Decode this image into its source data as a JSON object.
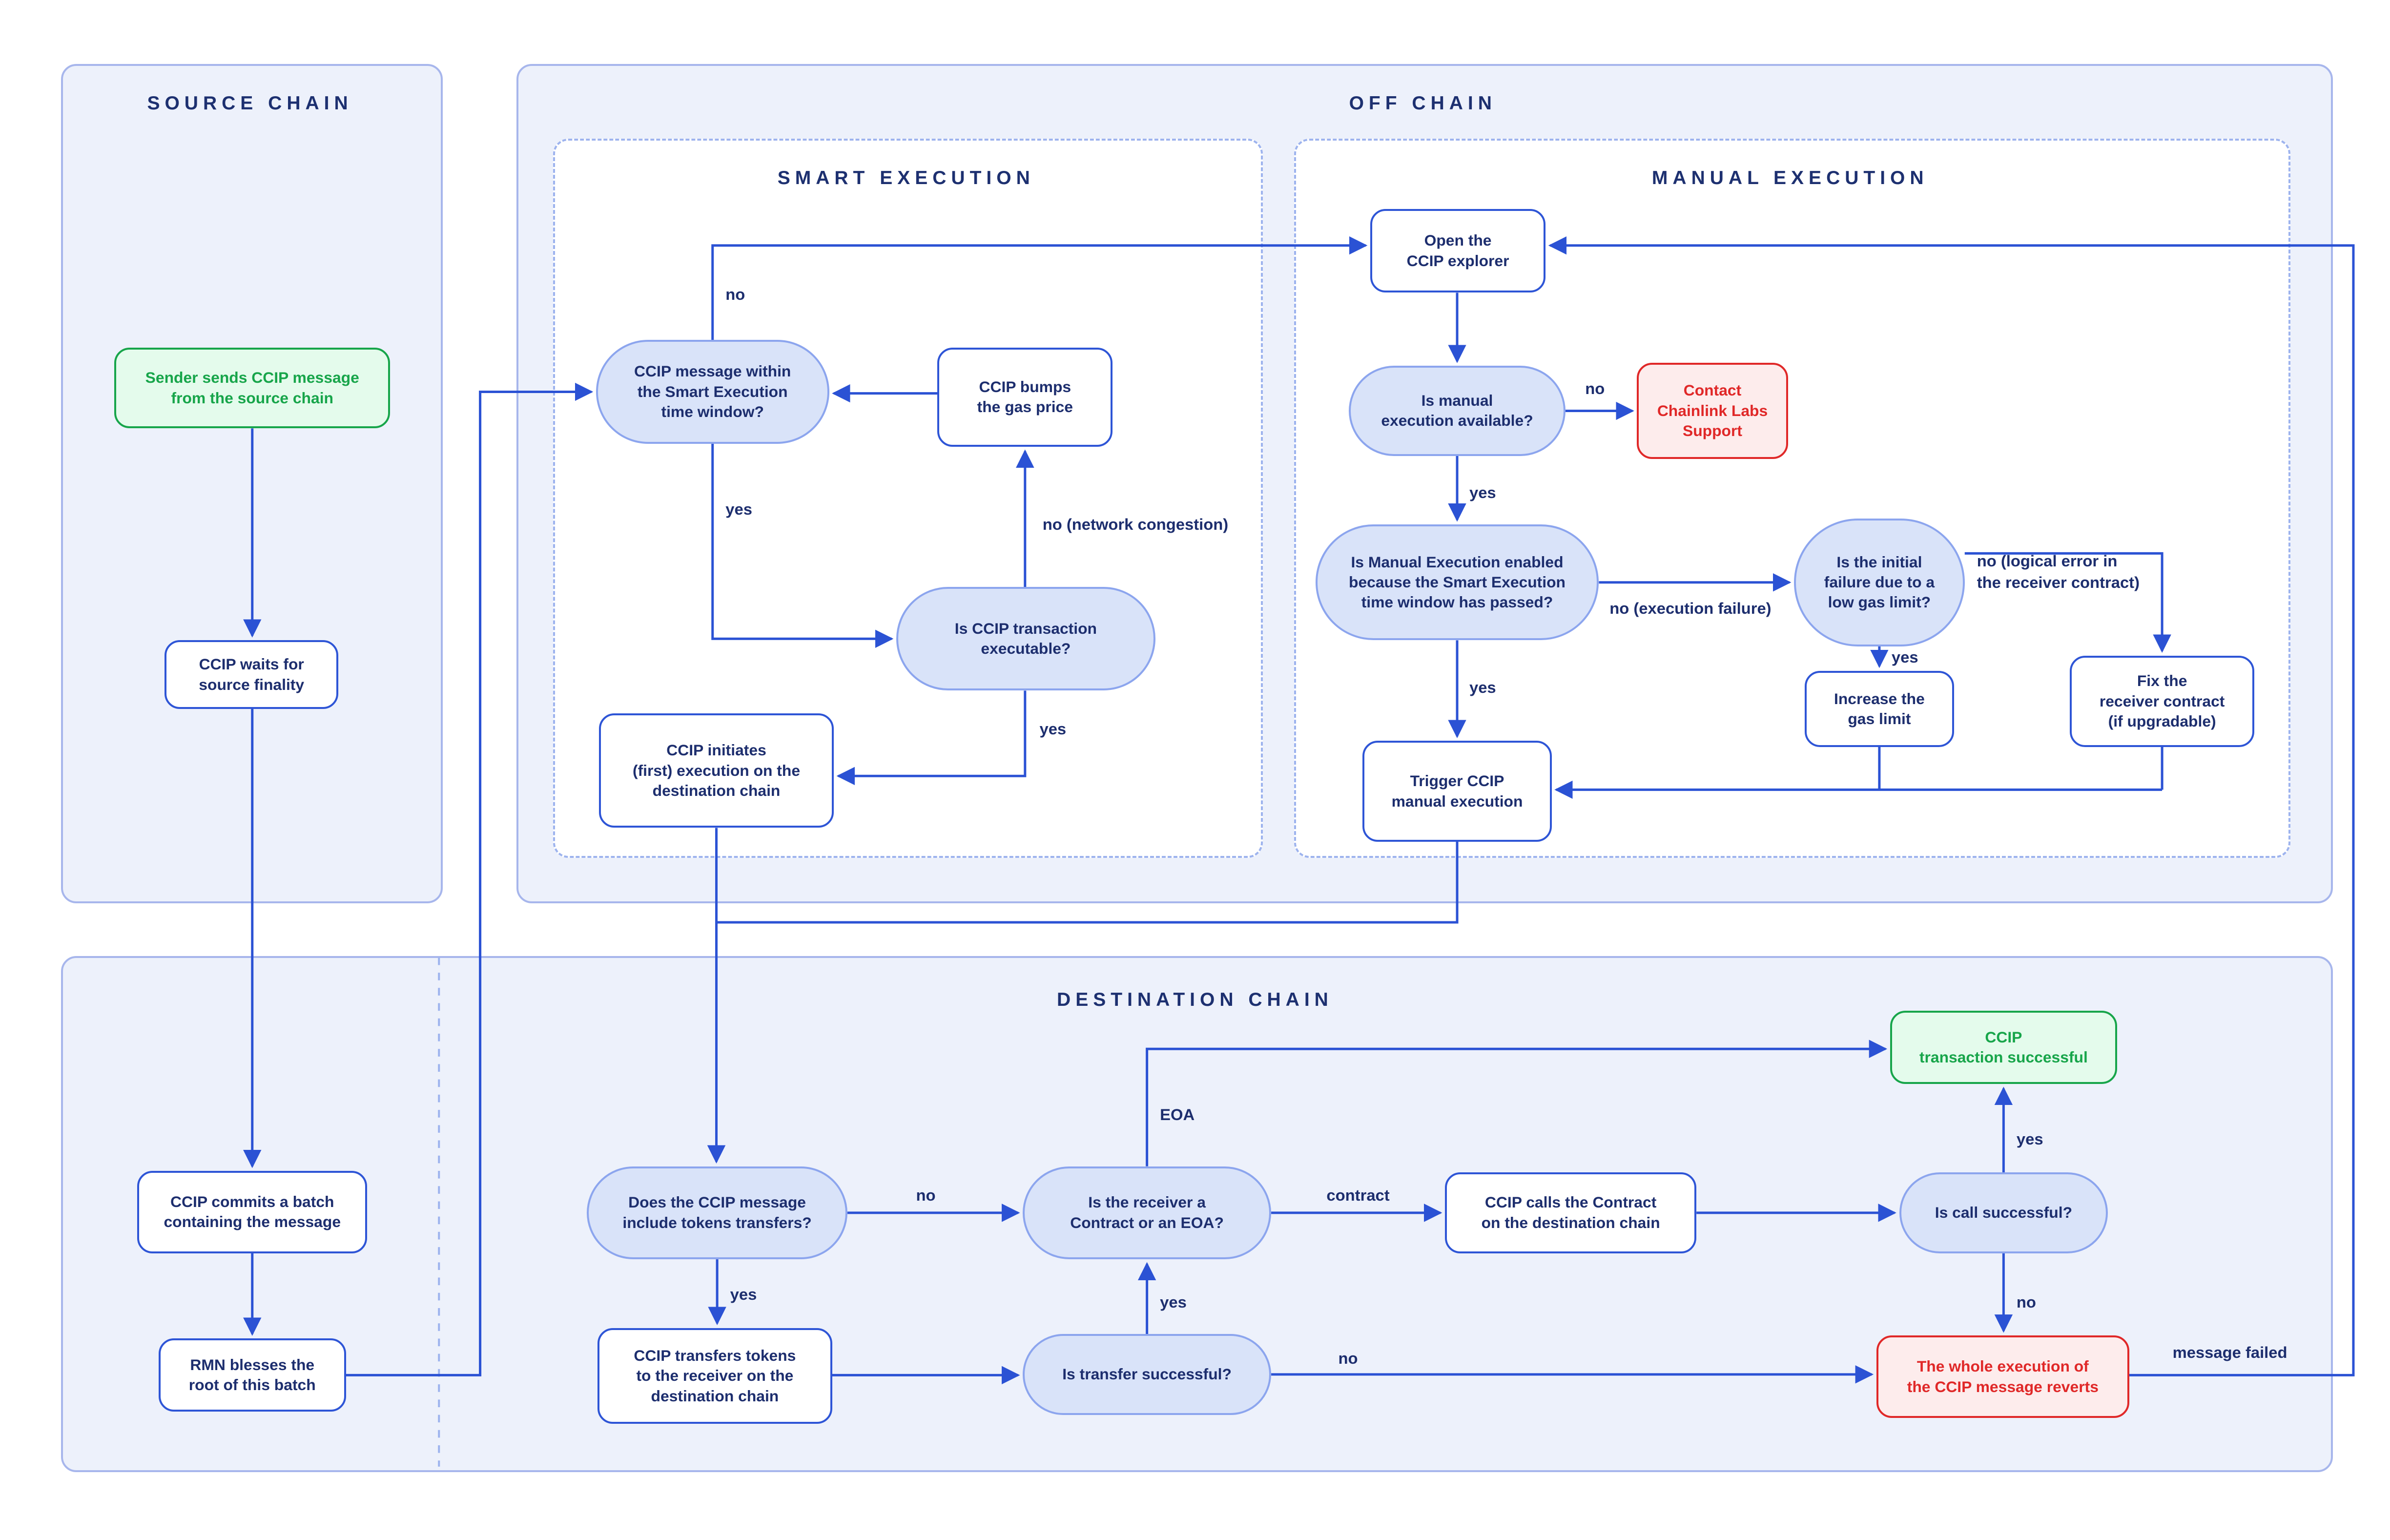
{
  "panels": {
    "source": {
      "title": "SOURCE CHAIN"
    },
    "offchain": {
      "title": "OFF CHAIN"
    },
    "smart": {
      "title": "SMART EXECUTION"
    },
    "manual": {
      "title": "MANUAL EXECUTION"
    },
    "destination": {
      "title": "DESTINATION CHAIN"
    }
  },
  "nodes": {
    "sender": {
      "type": "start",
      "label": "Sender sends CCIP message\nfrom the source chain"
    },
    "waits": {
      "type": "process",
      "label": "CCIP waits for\nsource finality"
    },
    "commits": {
      "type": "process",
      "label": "CCIP commits a batch\ncontaining the message"
    },
    "rmn": {
      "type": "process",
      "label": "RMN blesses the\nroot of this batch"
    },
    "window": {
      "type": "decision",
      "label": "CCIP message within\nthe Smart Execution\ntime window?"
    },
    "bumps": {
      "type": "process",
      "label": "CCIP bumps\nthe gas price"
    },
    "executable": {
      "type": "decision",
      "label": "Is CCIP transaction\nexecutable?"
    },
    "initiates": {
      "type": "process",
      "label": "CCIP initiates\n(first) execution on the\ndestination chain"
    },
    "open_explorer": {
      "type": "process",
      "label": "Open the\nCCIP explorer"
    },
    "avail": {
      "type": "decision",
      "label": "Is manual\nexecution available?"
    },
    "contact": {
      "type": "error",
      "label": "Contact\nChainlink Labs\nSupport"
    },
    "enabled": {
      "type": "decision",
      "label": "Is Manual Execution enabled\nbecause the Smart Execution\ntime window has passed?"
    },
    "lowgas": {
      "type": "decision",
      "label": "Is the initial\nfailure due to a\nlow gas limit?"
    },
    "increase": {
      "type": "process",
      "label": "Increase the\ngas limit"
    },
    "fix": {
      "type": "process",
      "label": "Fix the\nreceiver contract\n(if upgradable)"
    },
    "trigger": {
      "type": "process",
      "label": "Trigger CCIP\nmanual execution"
    },
    "tokens": {
      "type": "decision",
      "label": "Does the CCIP message\ninclude tokens transfers?"
    },
    "receiver": {
      "type": "decision",
      "label": "Is the receiver a\nContract or an EOA?"
    },
    "transfers": {
      "type": "process",
      "label": "CCIP transfers tokens\nto the receiver on the\ndestination chain"
    },
    "transfer_ok": {
      "type": "decision",
      "label": "Is transfer successful?"
    },
    "calls": {
      "type": "process",
      "label": "CCIP calls the Contract\non the destination chain"
    },
    "call_ok": {
      "type": "decision",
      "label": "Is call successful?"
    },
    "success": {
      "type": "success",
      "label": "CCIP\ntransaction successful"
    },
    "reverts": {
      "type": "error",
      "label": "The whole execution of\nthe CCIP message reverts"
    }
  },
  "edge_labels": {
    "no_window": "no",
    "yes_window": "yes",
    "no_congestion": "no (network congestion)",
    "yes_executable": "yes",
    "no_avail": "no",
    "yes_avail": "yes",
    "no_exec_failure": "no (execution failure)",
    "yes_enabled": "yes",
    "yes_lowgas": "yes",
    "no_logical": "no (logical error in\nthe receiver contract)",
    "no_tokens": "no",
    "yes_tokens": "yes",
    "eoa": "EOA",
    "contract": "contract",
    "yes_transfer": "yes",
    "no_transfer": "no",
    "yes_call": "yes",
    "no_call": "no",
    "message_failed": "message failed"
  },
  "colors": {
    "connector": "#2b52d4",
    "navy": "#1d2e6e",
    "decision_fill": "#d9e3f9",
    "decision_border": "#8ca5ee",
    "panel_fill": "#edf1fb",
    "panel_border": "#a7b6ec",
    "green": "#17a54a",
    "green_fill": "#e4fbec",
    "red": "#e02828",
    "red_fill": "#fdecec"
  }
}
